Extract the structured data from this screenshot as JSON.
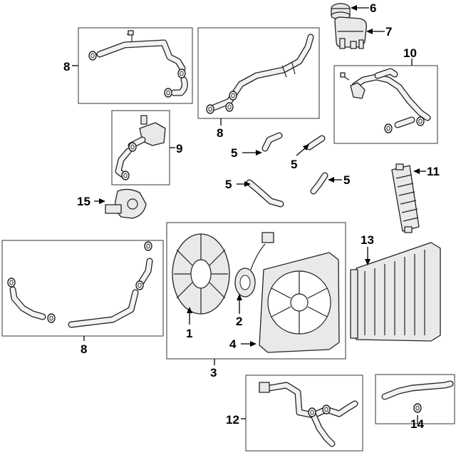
{
  "callouts": {
    "c1": "1",
    "c2": "2",
    "c3": "3",
    "c4": "4",
    "c5a": "5",
    "c5b": "5",
    "c5c": "5",
    "c5d": "5",
    "c6": "6",
    "c7": "7",
    "c8a": "8",
    "c8b": "8",
    "c8c": "8",
    "c9": "9",
    "c10": "10",
    "c11": "11",
    "c12": "12",
    "c13": "13",
    "c14": "14",
    "c15": "15"
  }
}
